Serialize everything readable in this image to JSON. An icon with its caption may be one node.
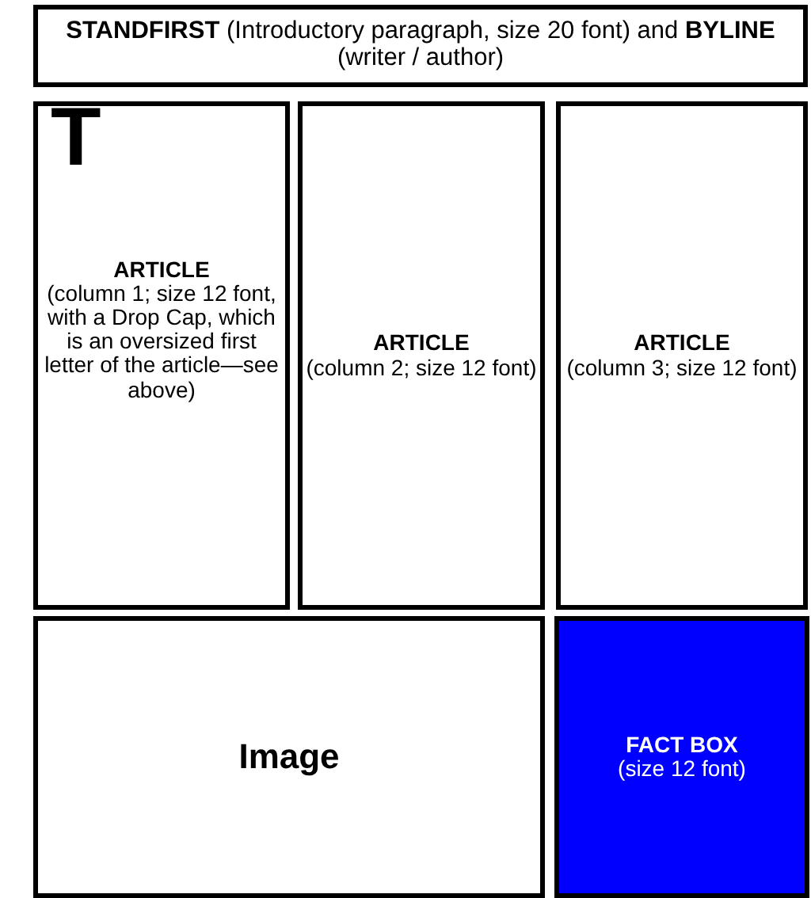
{
  "diagram": {
    "nodes": [
      {
        "text": [
          "**STANDFIRST** (Introductory paragraph, size 20 font) and **BYLINE** (writer / author)"
        ]
      },
      {
        "text": [
          "T",
          "ARTICLE",
          "(column 1; size 12 font, with a Drop Cap, which is an oversized first letter of the article—see above)"
        ]
      },
      {
        "text": [
          "ARTICLE",
          "(column 2; size 12 font)"
        ]
      },
      {
        "text": [
          "ARTICLE",
          "(column 3; size 12 font)"
        ]
      },
      {
        "text": [
          "Image"
        ]
      },
      {
        "text": [
          "FACT BOX",
          "(size 12 font)"
        ]
      }
    ]
  }
}
